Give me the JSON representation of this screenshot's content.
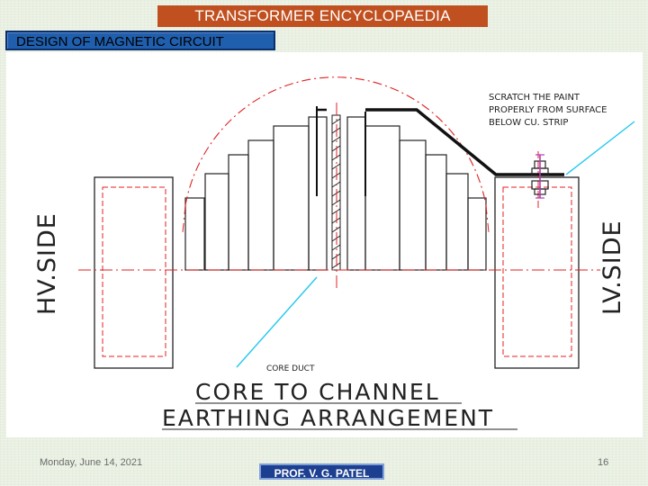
{
  "header": {
    "title": "TRANSFORMER ENCYCLOPAEDIA",
    "subtitle": "DESIGN OF MAGNETIC CIRCUIT"
  },
  "diagram": {
    "hv_label": "HV.SIDE",
    "lv_label": "LV.SIDE",
    "scratch_note": [
      "SCRATCH THE PAINT",
      "PROPERLY FROM SURFACE",
      "BELOW CU. STRIP"
    ],
    "core_duct_label": "CORE DUCT",
    "caption_line1": "CORE TO CHANNEL",
    "caption_line2": "EARTHING ARRANGEMENT",
    "colors": {
      "construction_line": "#e02020",
      "leader_line": "#22c7ee",
      "outline": "#222222",
      "bolt": "#b23bb2"
    }
  },
  "footer": {
    "date": "Monday, June 14, 2021",
    "author": "PROF. V. G. PATEL",
    "page_number": "16"
  }
}
